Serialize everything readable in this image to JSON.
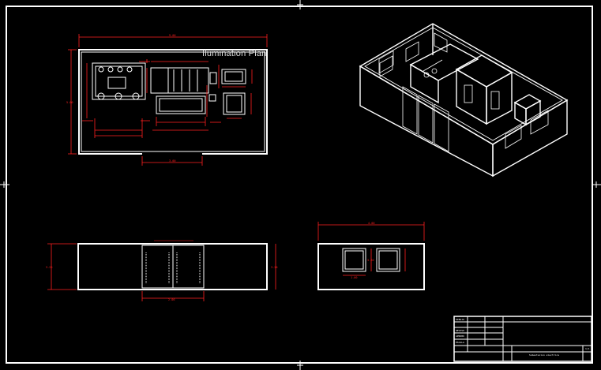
{
  "drawing": {
    "watermark_text": "Ilumination Plan",
    "colors": {
      "background": "#000000",
      "line": "#ffffff",
      "dimension": "#ff2020"
    }
  },
  "dimension_labels": {
    "top_overall": "9.00",
    "left_overall": "5.00",
    "bottom_center": "3.00",
    "front_overall": "3.20",
    "front_door": "2.00",
    "side_overall": "4.00",
    "side_height": "3.20",
    "side_window": "1.00"
  },
  "title_block": {
    "row1": "DIBUJO",
    "row2": "REVISO",
    "row3": "APROBO",
    "row4": "ESCALA",
    "drawing_title": "Subestacion electrica",
    "sheet": "1/1"
  }
}
